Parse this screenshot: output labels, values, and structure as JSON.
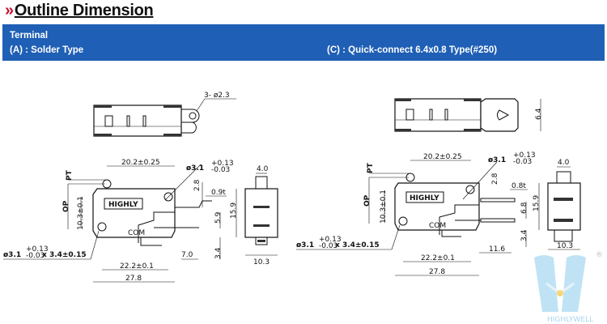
{
  "header": {
    "chevron": "»",
    "title": "Outline Dimension"
  },
  "band": {
    "terminal": "Terminal",
    "type_a": "(A) : Solder Type",
    "type_c": "(C) : Quick-connect 6.4x0.8 Type(#250)"
  },
  "left_drawing": {
    "hole_note": "3- ø2.3",
    "pt": "PT",
    "op": "OP",
    "d_20_2": "20.2±0.25",
    "d_hole": "ø3.1",
    "tol_up": "+0.13",
    "tol_dn": "-0.03",
    "d_2_8": "2.8",
    "d_0_9t": "0.9t",
    "d_10_3": "10.3±0.1",
    "d_5_9": "5.9",
    "d_15_9": "15.9",
    "d_4_0": "4.0",
    "d_10_3w": "10.3",
    "d_7_0": "7.0",
    "d_3_4": "3.4",
    "d_22_2": "22.2±0.1",
    "d_27_8": "27.8",
    "mount_hole": "ø3.1",
    "mount_tol_up": "+0.13",
    "mount_tol_dn": "-0.03",
    "mount_len": "x 3.4±0.15",
    "brand": "HIGHLY",
    "com": "COM"
  },
  "right_drawing": {
    "d_6_4": "6.4",
    "pt": "PT",
    "op": "OP",
    "d_20_2": "20.2±0.25",
    "d_hole": "ø3.1",
    "tol_up": "+0.13",
    "tol_dn": "-0.03",
    "d_2_8": "2.8",
    "d_0_8t": "0.8t",
    "d_10_3": "10.3±0.1",
    "d_6_8": "6.8",
    "d_15_9": "15.9",
    "d_4_0": "4.0",
    "d_10_3w": "10.3",
    "d_11_6": "11.6",
    "d_3_4": "3.4",
    "d_22_2": "22.2±0.1",
    "d_27_8": "27.8",
    "mount_hole": "ø3.1",
    "mount_tol_up": "+0.13",
    "mount_tol_dn": "-0.03",
    "mount_len": "x 3.4±0.15",
    "brand": "HIGHLY",
    "com": "COM"
  },
  "logo": {
    "name": "HIGHLYWELL",
    "registered": "®"
  },
  "colors": {
    "band": "#1f5fb5",
    "chevron": "#c8102e",
    "logo": "#bfe3f5"
  }
}
